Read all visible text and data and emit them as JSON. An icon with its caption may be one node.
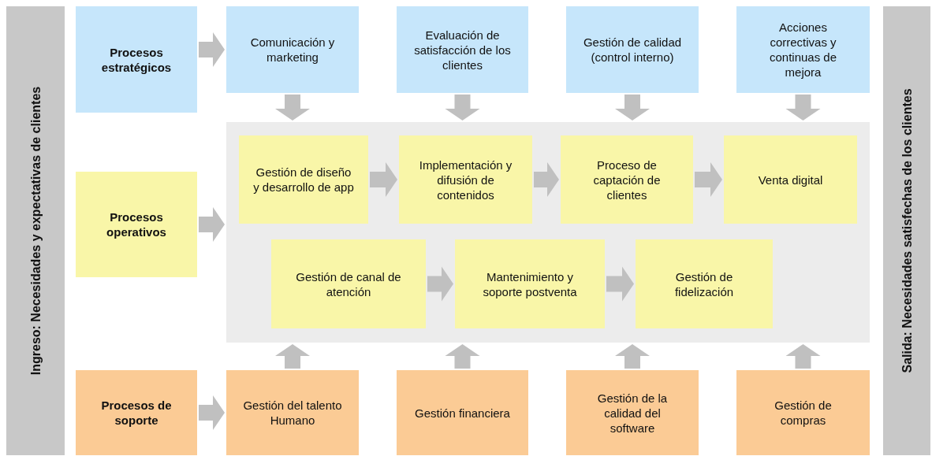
{
  "diagram": {
    "nodes": [
      {
        "text": [
          "Ingreso: Necesidades y expectativas de clientes"
        ]
      },
      {
        "text": [
          "Salida: Necesidades satisfechas de los clientes"
        ]
      },
      {
        "text": [
          "Procesos estratégicos"
        ]
      },
      {
        "text": [
          "Comunicación y marketing"
        ]
      },
      {
        "text": [
          "Evaluación de satisfacción de los clientes"
        ]
      },
      {
        "text": [
          "Gestión de calidad (control interno)"
        ]
      },
      {
        "text": [
          "Acciones correctivas y continuas de mejora"
        ]
      },
      {
        "text": [],
        "shape": "box"
      },
      {
        "text": [
          "Procesos operativos"
        ]
      },
      {
        "text": [
          "Gestión de diseño y desarrollo de app"
        ],
        "in": 7
      },
      {
        "text": [
          "Implementación y difusión de contenidos"
        ],
        "in": 7
      },
      {
        "text": [
          "Proceso de captación de clientes"
        ],
        "in": 7
      },
      {
        "text": [
          "Venta digital"
        ],
        "in": 7
      },
      {
        "text": [
          "Gestión de canal de atención"
        ],
        "in": 7
      },
      {
        "text": [
          "Mantenimiento y soporte postventa"
        ],
        "in": 7
      },
      {
        "text": [
          "Gestión de fidelización"
        ],
        "in": 7
      },
      {
        "text": [
          "Procesos de soporte"
        ]
      },
      {
        "text": [
          "Gestión del talento Humano"
        ]
      },
      {
        "text": [
          "Gestión financiera"
        ]
      },
      {
        "text": [
          "Gestión de la calidad del software"
        ]
      },
      {
        "text": [
          "Gestión de compras"
        ]
      }
    ],
    "edges": [
      {
        "from": 2,
        "to": 3,
        "arrow": "to"
      },
      {
        "from": 3,
        "to": 7,
        "arrow": "to"
      },
      {
        "from": 4,
        "to": 7,
        "arrow": "to"
      },
      {
        "from": 5,
        "to": 7,
        "arrow": "to"
      },
      {
        "from": 6,
        "to": 7,
        "arrow": "to"
      },
      {
        "from": 8,
        "to": 7,
        "arrow": "to"
      },
      {
        "from": 9,
        "to": 10,
        "arrow": "to"
      },
      {
        "from": 10,
        "to": 11,
        "arrow": "to"
      },
      {
        "from": 11,
        "to": 12,
        "arrow": "to"
      },
      {
        "from": 13,
        "to": 14,
        "arrow": "to"
      },
      {
        "from": 14,
        "to": 15,
        "arrow": "to"
      },
      {
        "from": 16,
        "to": 17,
        "arrow": "to"
      },
      {
        "from": 17,
        "to": 7,
        "arrow": "to"
      },
      {
        "from": 18,
        "to": 7,
        "arrow": "to"
      },
      {
        "from": 19,
        "to": 7,
        "arrow": "to"
      },
      {
        "from": 20,
        "to": 7,
        "arrow": "to"
      }
    ]
  }
}
